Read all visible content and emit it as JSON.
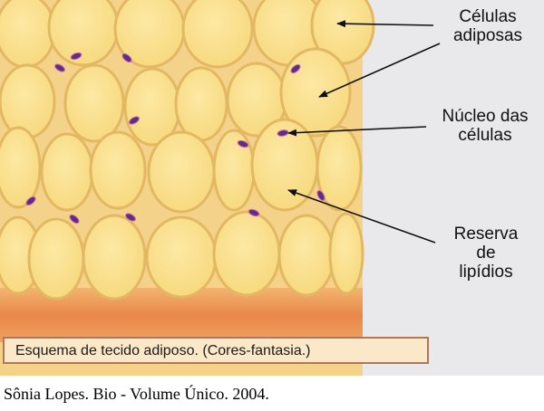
{
  "labels": {
    "cells": [
      "Células",
      "adiposas"
    ],
    "nucleus": [
      "Núcleo das",
      "células"
    ],
    "lipids": [
      "Reserva",
      "de",
      "lipídios"
    ]
  },
  "caption": "Esquema de tecido adiposo. (Cores-fantasia.)",
  "credit": "Sônia Lopes. Bio - Volume Único. 2004.",
  "colors": {
    "cell_fill": "#fbe493",
    "cell_border": "#e3b862",
    "tissue_background": "#f4d28a",
    "connective_tissue": "#e8884a",
    "nucleus": "#5a2f8a",
    "caption_background": "#fbe8c9"
  }
}
